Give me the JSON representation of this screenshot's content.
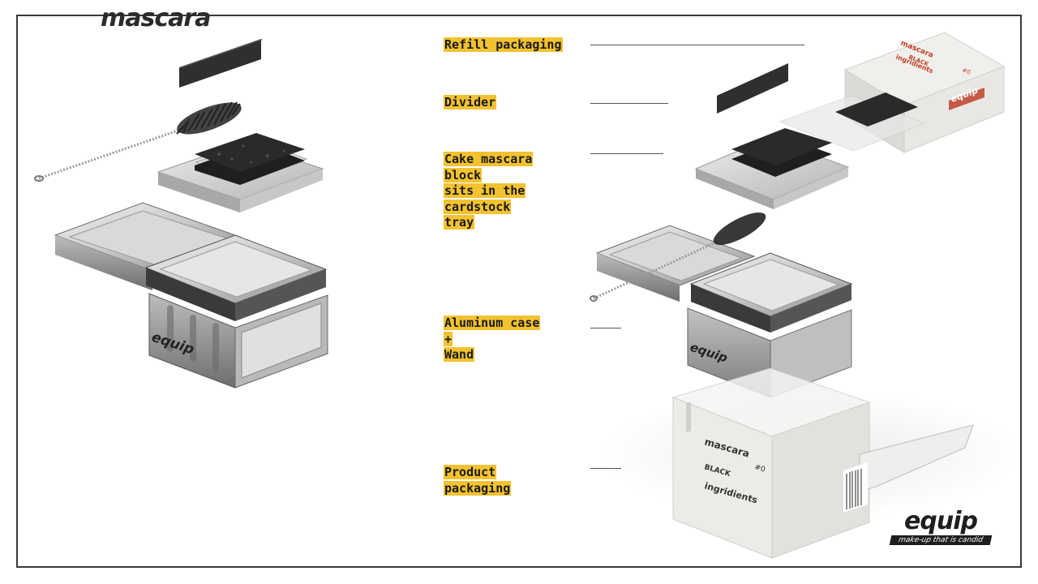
{
  "header": {
    "brand_wordmark": "mascara"
  },
  "labels": {
    "refill": "Refill packaging",
    "divider": "Divider",
    "cake_lines": [
      "Cake mascara",
      "block",
      "sits in the",
      "cardstock",
      "tray"
    ],
    "case_lines": [
      "Aluminum case",
      "+",
      "Wand"
    ],
    "product_lines": [
      "Product",
      "packaging"
    ]
  },
  "box_print": {
    "brand": "mascara",
    "shade": "BLACK",
    "number": "#0",
    "ingredients": "ingridients"
  },
  "refill_box_print": {
    "brand": "mascara",
    "shade": "BLACK",
    "number": "#0",
    "ingredients": "ingridients",
    "logo": "equip"
  },
  "case_emboss": "equip",
  "logo": {
    "word": "equip",
    "tagline": "make-up that is candid"
  },
  "colors": {
    "highlight": "#f2c230",
    "frame": "#3a3a3a",
    "print_red": "#c0402a"
  }
}
